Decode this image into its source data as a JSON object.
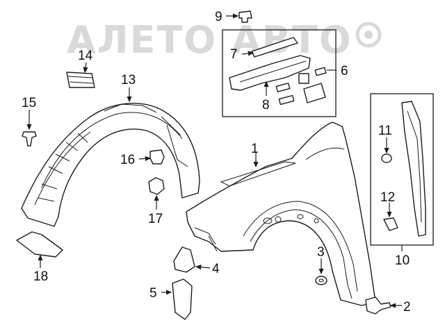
{
  "watermark": {
    "text": "АЛЕТО АВТО"
  },
  "callouts": [
    "1",
    "2",
    "3",
    "4",
    "5",
    "6",
    "7",
    "8",
    "9",
    "10",
    "11",
    "12",
    "13",
    "14",
    "15",
    "16",
    "17",
    "18"
  ]
}
